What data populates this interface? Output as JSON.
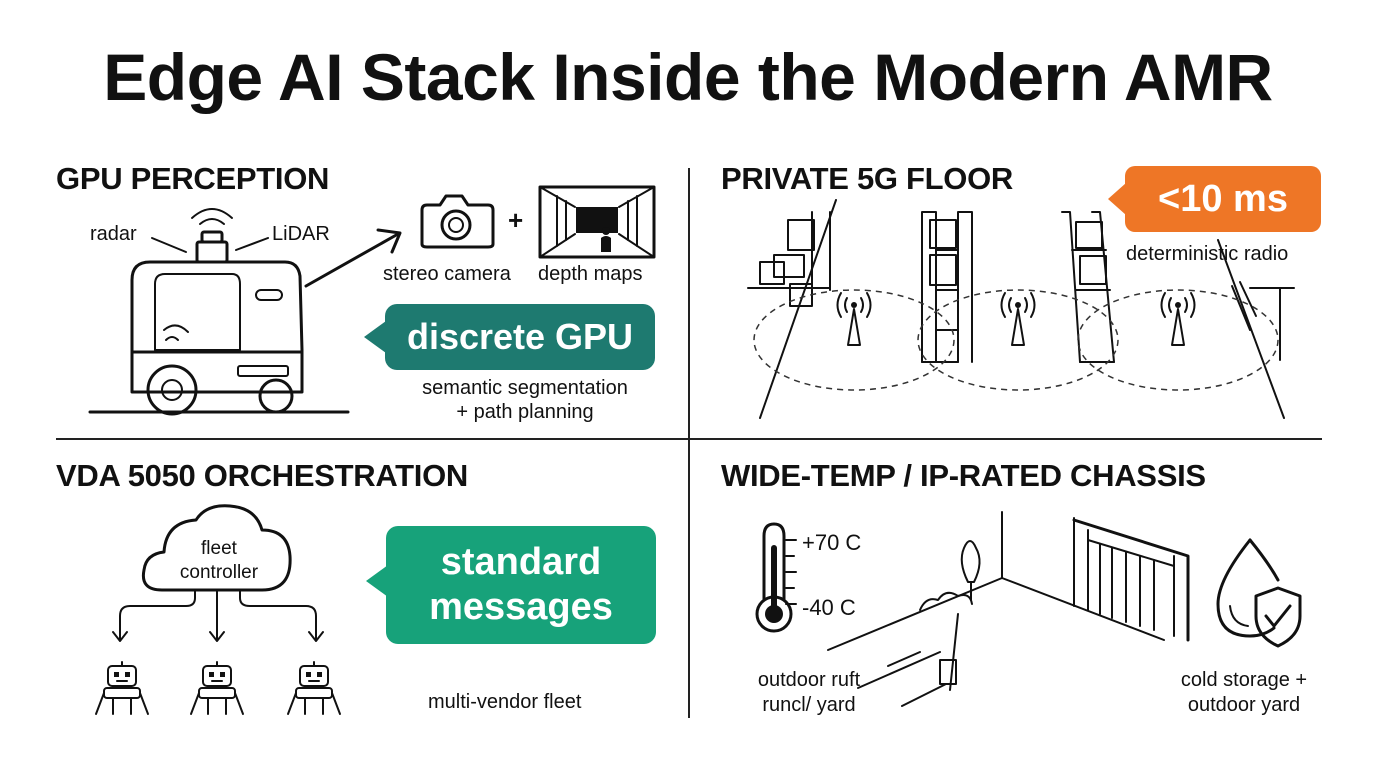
{
  "title": "Edge AI Stack Inside the Modern AMR",
  "colors": {
    "teal": "#1e7a70",
    "green": "#17a27a",
    "orange": "#ee7626",
    "ink": "#111111"
  },
  "gpu_perception": {
    "heading": "GPU PERCEPTION",
    "radar_label": "radar",
    "lidar_label": "LiDAR",
    "camera_label": "stereo camera",
    "plus": "+",
    "depth_label": "depth maps",
    "badge": "discrete GPU",
    "caption_line1": "semantic segmentation",
    "caption_line2": "+ path planning",
    "icons": [
      "amr-robot-icon",
      "camera-icon",
      "depth-map-icon"
    ]
  },
  "private_5g": {
    "heading": "PRIVATE 5G FLOOR",
    "badge": "<10 ms",
    "caption": "deterministic radio",
    "icons": [
      "warehouse-racks-icon",
      "antenna-icon"
    ]
  },
  "vda": {
    "heading": "VDA 5050 ORCHESTRATION",
    "cloud_line1": "fleet",
    "cloud_line2": "controller",
    "badge_line1": "standard",
    "badge_line2": "messages",
    "caption": "multi-vendor fleet",
    "icons": [
      "cloud-icon",
      "robot-icon"
    ]
  },
  "chassis": {
    "heading": "WIDE-TEMP / IP-RATED CHASSIS",
    "temp_high": "+70 C",
    "temp_low": "-40 C",
    "outdoor_line1": "outdoor ruft",
    "outdoor_line2": "runcl/ yard",
    "cold_line1": "cold storage +",
    "cold_line2": "outdoor yard",
    "icons": [
      "thermometer-icon",
      "loading-dock-icon",
      "water-drop-shield-icon"
    ]
  }
}
